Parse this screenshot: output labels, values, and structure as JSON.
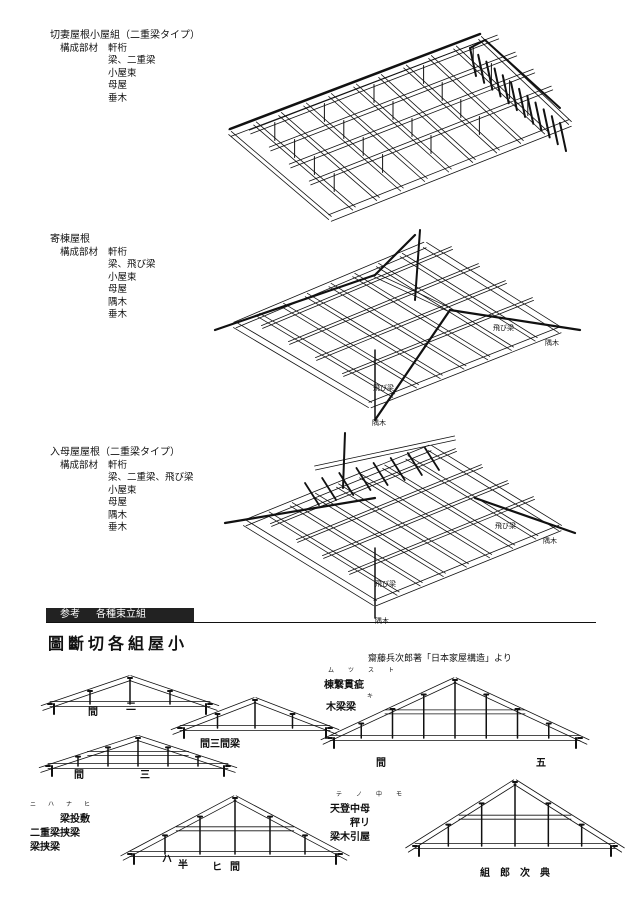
{
  "blocks": [
    {
      "title": "切妻屋根小屋組（二重梁タイプ）",
      "label": "構成部材",
      "members": [
        "軒桁",
        "梁、二重梁",
        "小屋束",
        "母屋",
        "垂木"
      ]
    },
    {
      "title": "寄棟屋根",
      "label": "構成部材",
      "members": [
        "軒桁",
        "梁、飛び梁",
        "小屋束",
        "母屋",
        "隅木",
        "垂木"
      ]
    },
    {
      "title": "入母屋屋根（二重梁タイプ）",
      "label": "構成部材",
      "members": [
        "軒桁",
        "梁、二重梁、飛び梁",
        "小屋束",
        "母屋",
        "隅木",
        "垂木"
      ]
    }
  ],
  "labels": {
    "yosemune_tobi_right": "飛び梁",
    "yosemune_sumi_right": "隅木",
    "yosemune_tobi_front": "飛び梁",
    "yosemune_sumi_front": "隅木",
    "irimoya_tobi_right": "飛び梁",
    "irimoya_sumi_right": "隅木",
    "irimoya_tobi_front": "飛び梁",
    "irimoya_sumi_front": "隅木"
  },
  "section": {
    "tag_a": "参考",
    "tag_b": "各種束立組"
  },
  "heading": "圖斷切各組屋小",
  "source": "齋藤兵次郎著「日本家屋構造」より",
  "truss": {
    "t1": [
      "間",
      "二"
    ],
    "t2": [
      "間",
      "三"
    ],
    "t3": [
      "間三間梁"
    ],
    "t4_kana": [
      "ム",
      "ツ",
      "ス",
      "ト"
    ],
    "t4_rows": [
      "棟繋貫疵",
      "木梁梁"
    ],
    "t4_small": [
      "キ"
    ],
    "t4_bottom": [
      "間",
      "五"
    ],
    "t5_kana": [
      "ニ",
      "ハ",
      "ナ",
      "ヒ"
    ],
    "t5_rows": [
      "梁投敷",
      "二重梁挟梁",
      "梁挟梁"
    ],
    "t5_bottom": [
      "ハ",
      "半",
      "ヒ",
      "間"
    ],
    "t6_kana": [
      "テ",
      "ノ",
      "中",
      "モ"
    ],
    "t6_rows": [
      "天登中母",
      "秤リ",
      "梁木引屋"
    ],
    "t6_bottom": [
      "組",
      "郎",
      "次",
      "典"
    ]
  }
}
